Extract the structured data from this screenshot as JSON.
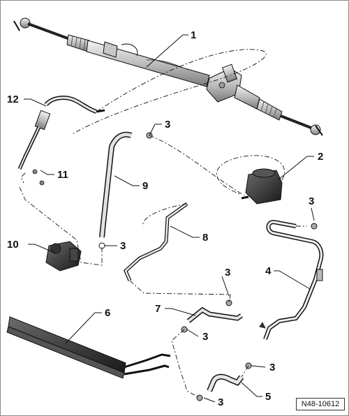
{
  "diagram": {
    "reference_code": "N48-10612",
    "callouts": {
      "c1": "1",
      "c2": "2",
      "c3a": "3",
      "c3b": "3",
      "c3c": "3",
      "c3d": "3",
      "c3e": "3",
      "c3f": "3",
      "c3g": "3",
      "c4": "4",
      "c5": "5",
      "c6": "6",
      "c7": "7",
      "c8": "8",
      "c9": "9",
      "c10": "10",
      "c11": "11",
      "c12": "12"
    }
  },
  "colors": {
    "line": "#111111",
    "part_fill": "#d9d9d9",
    "part_dark": "#2a2a2a"
  }
}
